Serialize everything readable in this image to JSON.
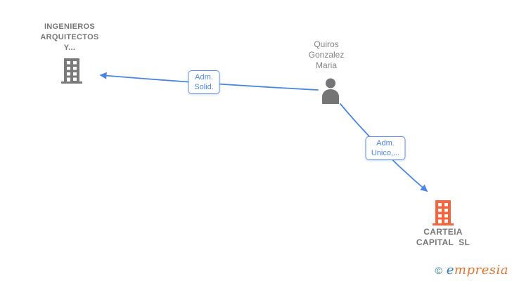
{
  "diagram": {
    "nodes": {
      "company1": {
        "label": "INGENIEROS ARQUITECTOS Y...",
        "type": "company",
        "icon": "building-icon",
        "icon_color": "#7a7a7a"
      },
      "person": {
        "label": "Quiros Gonzalez Maria",
        "type": "person",
        "icon": "person-icon",
        "icon_color": "#757575"
      },
      "company2": {
        "label": "CARTEIA CAPITAL  SL",
        "type": "company",
        "icon": "building-icon",
        "icon_color": "#f7653e"
      }
    },
    "edges": {
      "edge1": {
        "label": "Adm. Solid.",
        "from": "Quiros Gonzalez Maria",
        "to": "INGENIEROS ARQUITECTOS Y..."
      },
      "edge2": {
        "label": "Adm. Unico,...",
        "from": "Quiros Gonzalez Maria",
        "to": "CARTEIA CAPITAL  SL"
      }
    },
    "colors": {
      "edge_blue": "#4a84e4",
      "edge_label_blue": "#4a86e8",
      "node_text_gray": "#777777",
      "icon_gray": "#757575",
      "company_orange": "#f7653e",
      "watermark_teal": "#2e7f90",
      "watermark_blue": "#2f77c0",
      "watermark_orange": "#e4732b"
    }
  },
  "watermark": {
    "symbol": "©",
    "brand_first": "e",
    "brand_rest": "mpresia"
  }
}
